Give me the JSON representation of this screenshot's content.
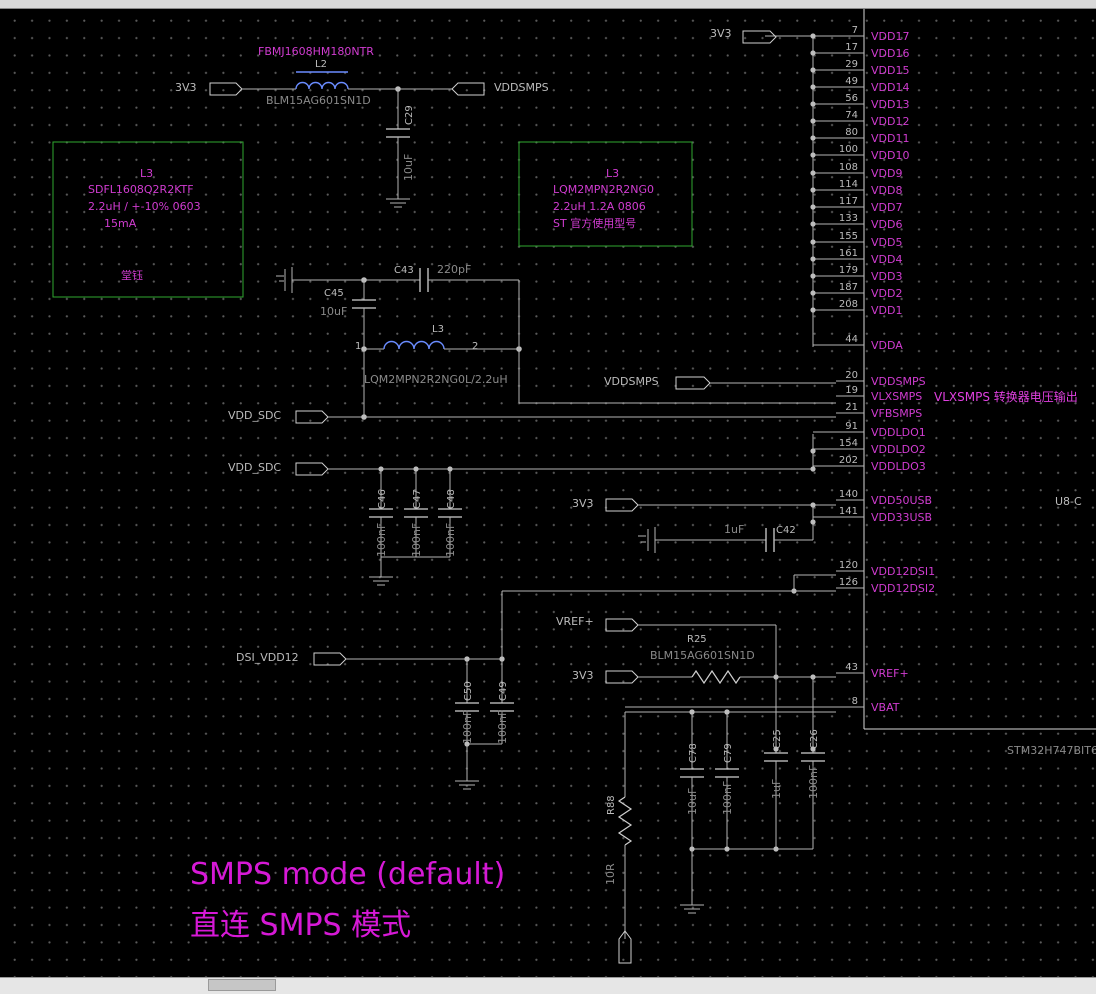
{
  "notes": {
    "l3_option_a": [
      "L3",
      "SDFL1608Q2R2KTF",
      "2.2uH / +-10%  0603",
      "15mA"
    ],
    "l3_option_a_vendor": "堂钰",
    "l3_option_b": [
      "L3",
      "LQM2MPN2R2NG0",
      "2.2uH  1.2A  0806",
      "ST 官方使用型号"
    ],
    "mode_en": "SMPS mode (default)",
    "mode_cn": "直连 SMPS 模式"
  },
  "components": {
    "l2_ref": "L2",
    "l2_part": "FBMJ1608HM180NTR",
    "l2_alt": "BLM15AG601SN1D",
    "l3_ref": "L3",
    "l3_value": "LQM2MPN2R2NG0L/2.2uH",
    "l3_pin1": "1",
    "l3_pin2": "2",
    "c29_ref": "C29",
    "c29_val": "10uF",
    "c43_ref": "C43",
    "c43_val": "220pF",
    "c45_ref": "C45",
    "c45_val": "10uF",
    "c46_ref": "C46",
    "c46_val": "100nF",
    "c47_ref": "C47",
    "c47_val": "100nF",
    "c48_ref": "C48",
    "c48_val": "100nF",
    "c42_ref": "C42",
    "c42_val": "1uF",
    "c50_ref": "C50",
    "c50_val": "100nF",
    "c49_ref": "C49",
    "c49_val": "100nF",
    "r25_ref": "R25",
    "r25_val": "BLM15AG601SN1D",
    "c78_ref": "C78",
    "c78_val": "10uF",
    "c79_ref": "C79",
    "c79_val": "100nF",
    "c25_ref": "C25",
    "c25_val": "1uF",
    "c26_ref": "C26",
    "c26_val": "100nF",
    "r88_ref": "R88",
    "r88_val": "10R"
  },
  "nets": {
    "v3v3_top": "3V3",
    "v3v3_l2": "3V3",
    "vddsmps_top": "VDDSMPS",
    "vddsmps_mid": "VDDSMPS",
    "vdd_sdc_1": "VDD_SDC",
    "vdd_sdc_2": "VDD_SDC",
    "v3v3_usb": "3V3",
    "dsi_vdd12": "DSI_VDD12",
    "vref": "VREF+",
    "v3v3_vref": "3V3",
    "vlxsmps_note": "VLXSMPS 转换器电压输出"
  },
  "ic": {
    "refdes": "U8-C",
    "part": "STM32H747BIT6",
    "pins": [
      {
        "num": "7",
        "name": "VDD17"
      },
      {
        "num": "17",
        "name": "VDD16"
      },
      {
        "num": "29",
        "name": "VDD15"
      },
      {
        "num": "49",
        "name": "VDD14"
      },
      {
        "num": "56",
        "name": "VDD13"
      },
      {
        "num": "74",
        "name": "VDD12"
      },
      {
        "num": "80",
        "name": "VDD11"
      },
      {
        "num": "100",
        "name": "VDD10"
      },
      {
        "num": "108",
        "name": "VDD9"
      },
      {
        "num": "114",
        "name": "VDD8"
      },
      {
        "num": "117",
        "name": "VDD7"
      },
      {
        "num": "133",
        "name": "VDD6"
      },
      {
        "num": "155",
        "name": "VDD5"
      },
      {
        "num": "161",
        "name": "VDD4"
      },
      {
        "num": "179",
        "name": "VDD3"
      },
      {
        "num": "187",
        "name": "VDD2"
      },
      {
        "num": "208",
        "name": "VDD1"
      },
      {
        "num": "44",
        "name": "VDDA"
      },
      {
        "num": "20",
        "name": "VDDSMPS"
      },
      {
        "num": "19",
        "name": "VLXSMPS"
      },
      {
        "num": "21",
        "name": "VFBSMPS"
      },
      {
        "num": "91",
        "name": "VDDLDO1"
      },
      {
        "num": "154",
        "name": "VDDLDO2"
      },
      {
        "num": "202",
        "name": "VDDLDO3"
      },
      {
        "num": "140",
        "name": "VDD50USB"
      },
      {
        "num": "141",
        "name": "VDD33USB"
      },
      {
        "num": "120",
        "name": "VDD12DSI1"
      },
      {
        "num": "126",
        "name": "VDD12DSI2"
      },
      {
        "num": "43",
        "name": "VREF+"
      },
      {
        "num": "8",
        "name": "VBAT"
      }
    ]
  },
  "colors": {
    "background": "#000000",
    "wire": "#b4b4b4",
    "pin_text": "#d13cd1",
    "note_box": "#2fa82f",
    "inductor": "#6a8cff"
  }
}
